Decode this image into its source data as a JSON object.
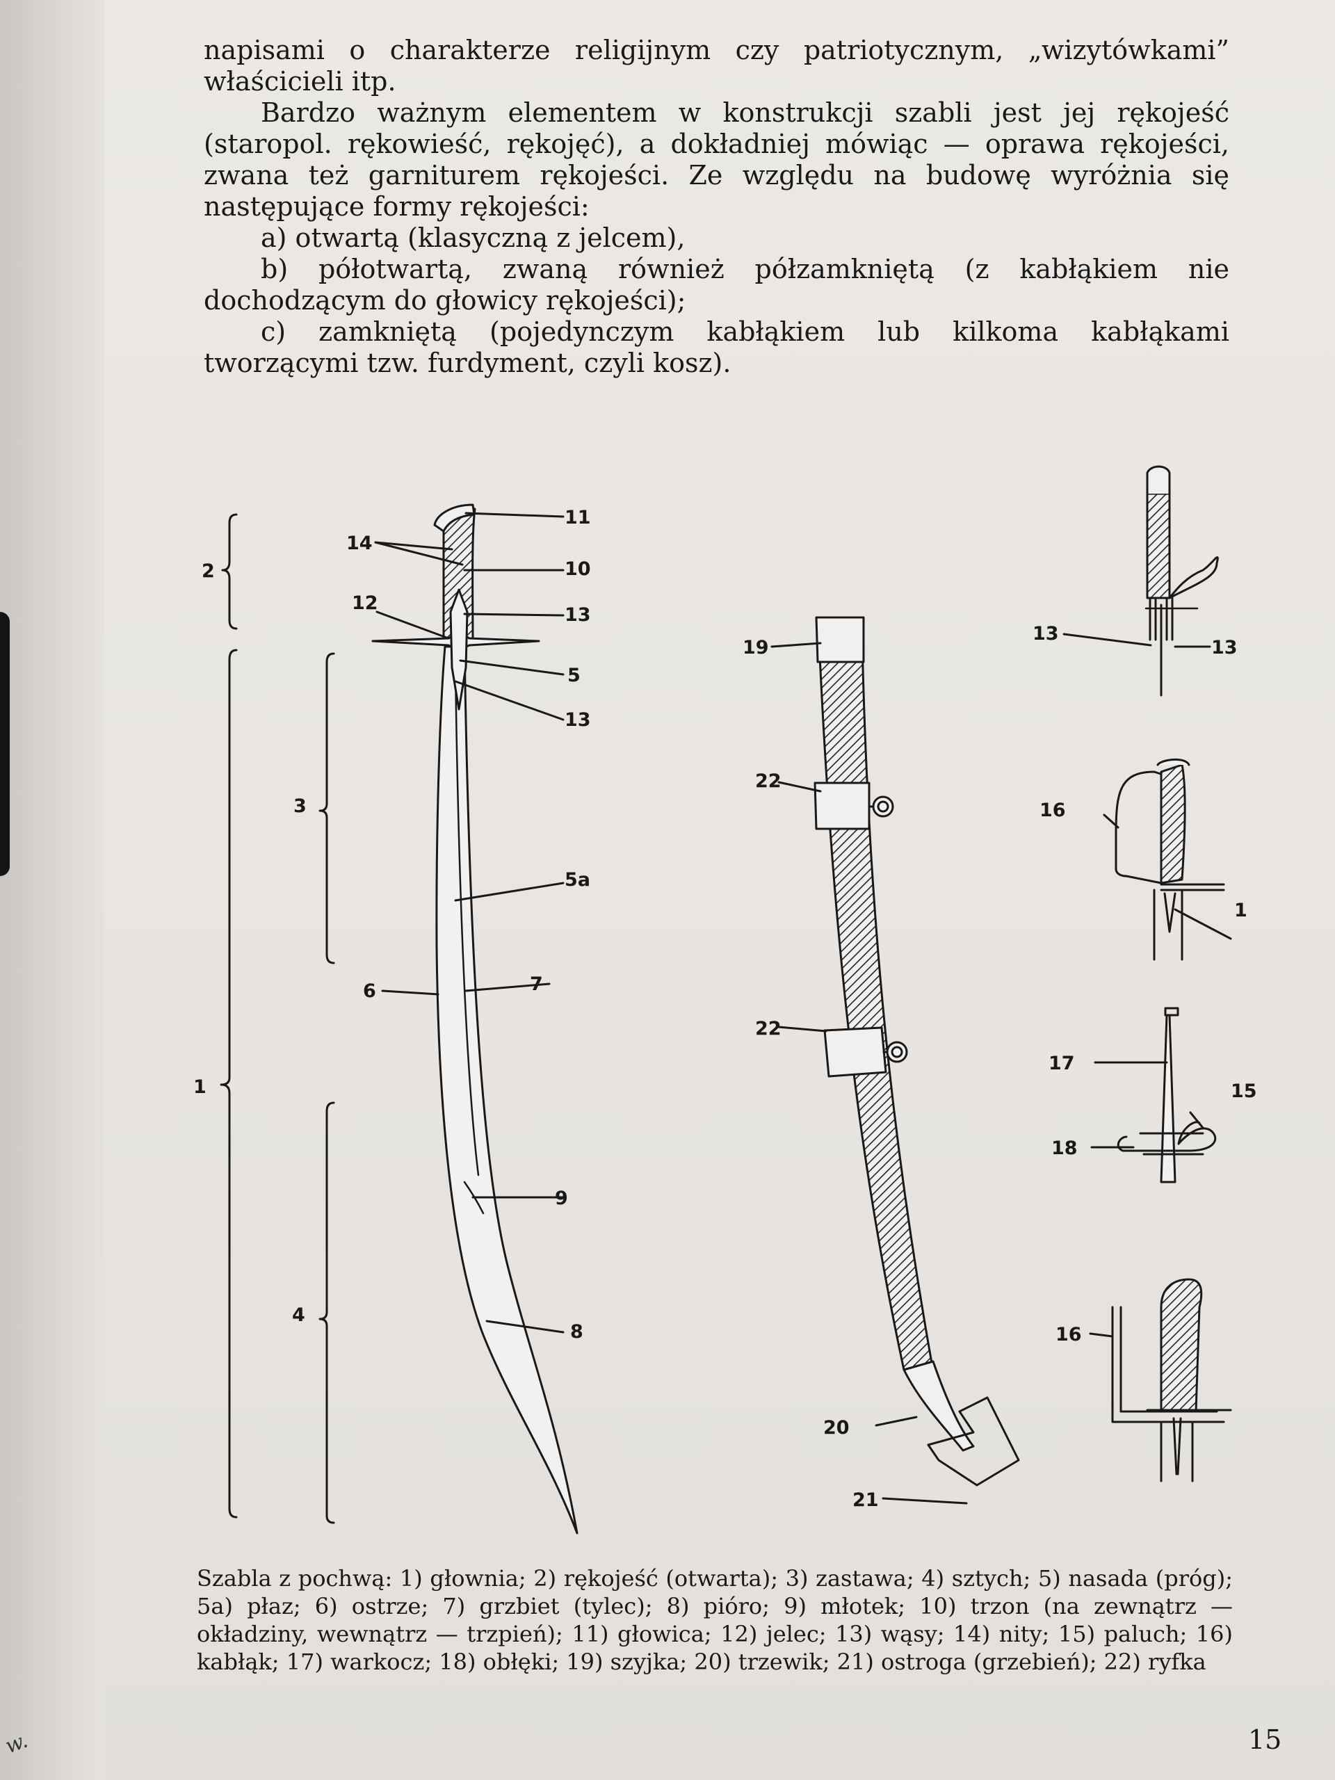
{
  "body": {
    "p1": "napisami o charakterze religijnym czy patriotycznym, „wizytówkami” właścicieli itp.",
    "p2": "Bardzo ważnym elementem w konstrukcji szabli jest jej rękojeść (staropol. rękowieść, rękojęć), a dokładniej mówiąc — oprawa rękojeści, zwana też garniturem rękojeści. Ze względu na budowę wyróżnia się następujące formy rękojeści:",
    "item_a": "a) otwartą (klasyczną z jelcem),",
    "item_b": "b) półotwartą, zwaną również półzamkniętą (z kabłąkiem nie dochodzącym do głowicy rękojeści);",
    "item_c": "c) zamkniętą (pojedynczym kabłąkiem lub kilkoma kabłąkami tworzącymi tzw. furdyment, czyli kosz)."
  },
  "figure": {
    "labels": {
      "l1": "1",
      "l2": "2",
      "l3": "3",
      "l4": "4",
      "l5": "5",
      "l5a": "5a",
      "l6": "6",
      "l7": "7",
      "l8": "8",
      "l9": "9",
      "l10": "10",
      "l11": "11",
      "l12": "12",
      "l13a": "13",
      "l13b": "13",
      "l13c": "13",
      "l13d": "13",
      "l14": "14",
      "l15": "15",
      "l16a": "16",
      "l16b": "16",
      "l17": "17",
      "l18": "18",
      "l19": "19",
      "l20": "20",
      "l21": "21",
      "l22a": "22",
      "l22b": "22"
    }
  },
  "caption": "Szabla z pochwą: 1) głownia; 2) rękojeść (otwarta); 3) zastawa; 4) sztych; 5) nasada (próg); 5a) płaz; 6) ostrze; 7) grzbiet (tylec); 8) pióro; 9) młotek; 10) trzon (na zewnątrz — okładziny, wewnątrz — trzpień); 11) głowica; 12) jelec; 13) wąsy; 14) nity; 15) paluch; 16) kabłąk; 17) warkocz; 18) obłęki; 19) szyjka; 20) trzewik; 21) ostroga (grzebień); 22) ryfka",
  "page_number": "15",
  "margin_mark": "w."
}
